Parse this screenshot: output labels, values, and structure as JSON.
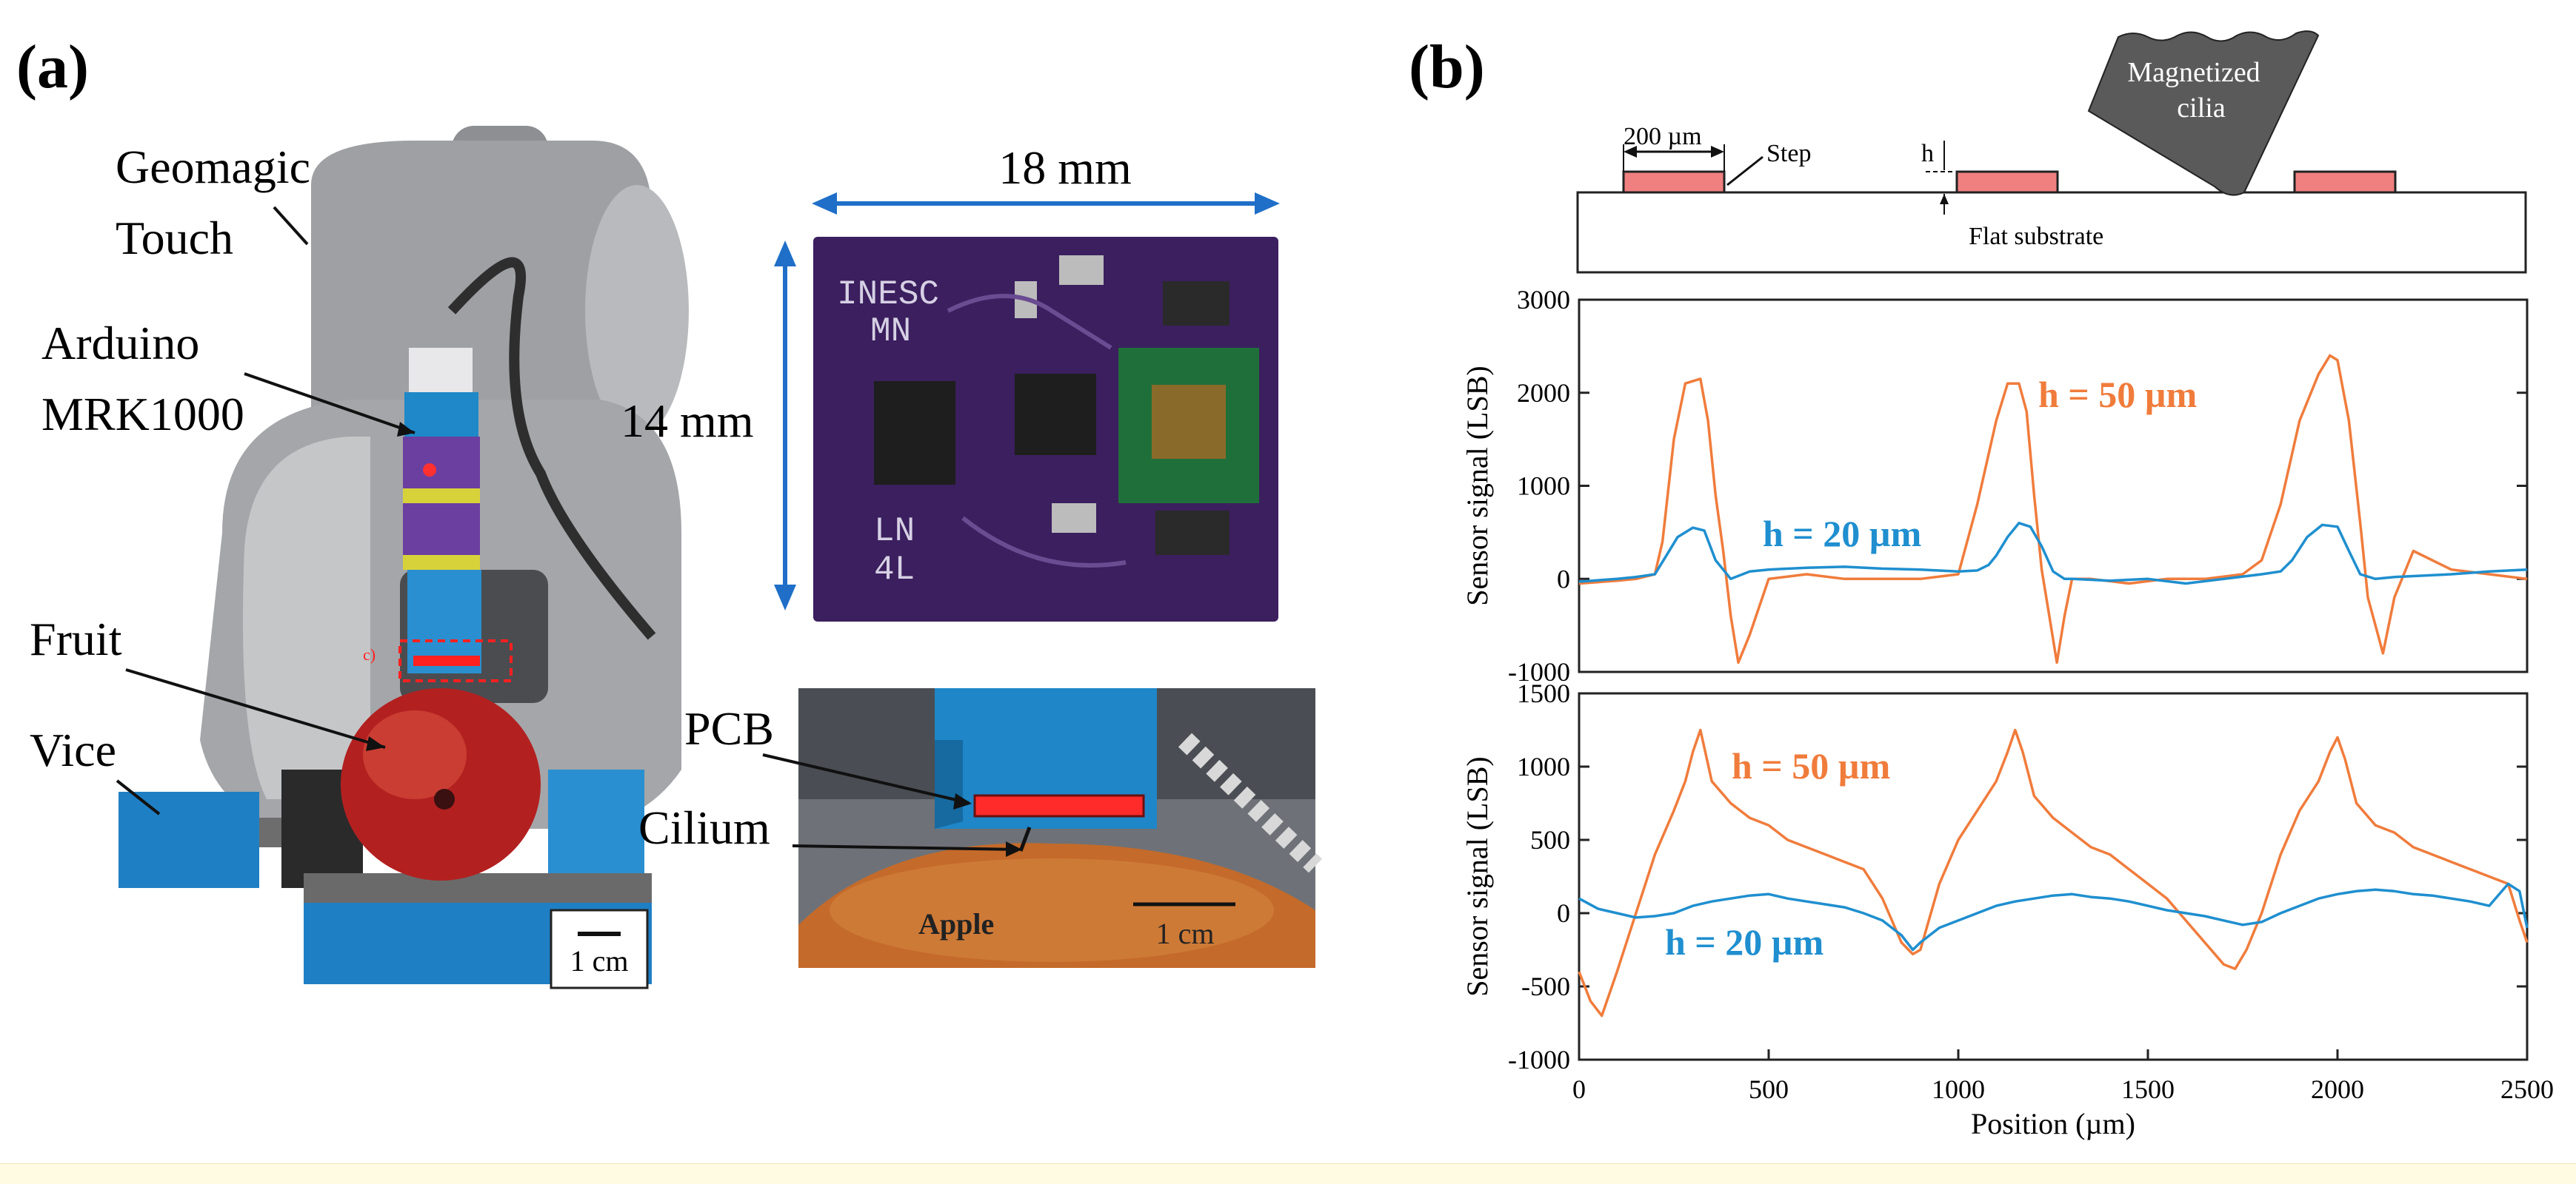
{
  "panels": {
    "a": {
      "label": "(a)",
      "annotations": {
        "geomagic": [
          "Geomagic",
          "Touch"
        ],
        "arduino": [
          "Arduino",
          "MRK1000"
        ],
        "fruit": "Fruit",
        "vice": "Vice",
        "scale_left": "1 cm",
        "dim_width": "18 mm",
        "dim_height": "14 mm",
        "pcb_text_1": [
          "INESC",
          "MN"
        ],
        "pcb_text_2": [
          "LN",
          "4L"
        ],
        "inset_pcb": "PCB",
        "inset_cilium": "Cilium",
        "inset_apple": "Apple",
        "inset_scale": "1 cm",
        "inset_marker": "c)"
      }
    },
    "b": {
      "label": "(b)",
      "schematic": {
        "width_label": "200 µm",
        "step_label": "Step",
        "h_label": "h",
        "substrate_label": "Flat substrate",
        "cilia_label": [
          "Magnetized",
          "cilia"
        ]
      }
    }
  },
  "colors": {
    "orange": "#f07c3c",
    "blue": "#1f8fcf",
    "step_fill": "#f08080",
    "cilia_fill": "#5a5a5a",
    "pcb": "#3b1f5e",
    "arrow_blue": "#1f6fc8",
    "band": "#fffbe3"
  },
  "chart_data": [
    {
      "type": "line",
      "ylabel": "Sensor signal (LSB)",
      "ylim": [
        -1000,
        3000
      ],
      "yticks": [
        -1000,
        0,
        1000,
        2000,
        3000
      ],
      "xlim": [
        0,
        2500
      ],
      "grid": false,
      "series": [
        {
          "name": "h = 50 µm",
          "color": "#f07c3c",
          "x": [
            0,
            100,
            150,
            200,
            220,
            250,
            280,
            320,
            340,
            360,
            380,
            400,
            420,
            450,
            500,
            600,
            700,
            800,
            900,
            1000,
            1050,
            1100,
            1130,
            1160,
            1180,
            1200,
            1220,
            1240,
            1260,
            1280,
            1300,
            1350,
            1450,
            1550,
            1650,
            1750,
            1800,
            1850,
            1900,
            1950,
            1980,
            2000,
            2030,
            2060,
            2080,
            2100,
            2120,
            2150,
            2200,
            2300,
            2400,
            2500
          ],
          "y": [
            -50,
            -20,
            0,
            50,
            400,
            1500,
            2100,
            2150,
            1700,
            900,
            300,
            -400,
            -900,
            -600,
            0,
            50,
            0,
            0,
            0,
            50,
            800,
            1700,
            2100,
            2100,
            1800,
            900,
            100,
            -400,
            -900,
            -400,
            0,
            0,
            -50,
            0,
            0,
            50,
            200,
            800,
            1700,
            2200,
            2400,
            2350,
            1700,
            600,
            -200,
            -500,
            -800,
            -200,
            300,
            100,
            50,
            0
          ]
        },
        {
          "name": "h = 20 µm",
          "color": "#1f8fcf",
          "x": [
            0,
            100,
            150,
            200,
            230,
            260,
            300,
            330,
            360,
            400,
            450,
            500,
            600,
            700,
            800,
            900,
            1000,
            1050,
            1080,
            1100,
            1130,
            1160,
            1190,
            1220,
            1250,
            1280,
            1300,
            1400,
            1500,
            1600,
            1700,
            1800,
            1850,
            1880,
            1920,
            1960,
            2000,
            2030,
            2060,
            2100,
            2150,
            2200,
            2300,
            2400,
            2500
          ],
          "y": [
            -30,
            0,
            20,
            50,
            250,
            450,
            550,
            520,
            200,
            0,
            80,
            100,
            120,
            130,
            110,
            100,
            80,
            90,
            150,
            250,
            450,
            600,
            560,
            350,
            80,
            0,
            0,
            -20,
            0,
            -50,
            0,
            50,
            80,
            200,
            450,
            580,
            560,
            300,
            50,
            0,
            20,
            30,
            50,
            80,
            100
          ]
        }
      ],
      "annotations": [
        "h = 50 µm",
        "h = 20 µm"
      ]
    },
    {
      "type": "line",
      "ylabel": "Sensor signal (LSB)",
      "xlabel": "Position (µm)",
      "ylim": [
        -1000,
        1500
      ],
      "yticks": [
        -1000,
        -500,
        0,
        500,
        1000,
        1500
      ],
      "xlim": [
        0,
        2500
      ],
      "xticks": [
        0,
        500,
        1000,
        1500,
        2000,
        2500
      ],
      "grid": false,
      "series": [
        {
          "name": "h = 50 µm",
          "color": "#f07c3c",
          "x": [
            0,
            30,
            60,
            100,
            150,
            200,
            250,
            280,
            300,
            320,
            350,
            400,
            450,
            500,
            550,
            600,
            650,
            700,
            750,
            800,
            850,
            880,
            900,
            950,
            1000,
            1050,
            1100,
            1130,
            1150,
            1170,
            1200,
            1250,
            1300,
            1350,
            1400,
            1450,
            1500,
            1550,
            1600,
            1650,
            1700,
            1730,
            1760,
            1800,
            1850,
            1900,
            1950,
            1980,
            2000,
            2020,
            2050,
            2100,
            2150,
            2200,
            2250,
            2300,
            2350,
            2400,
            2450,
            2480,
            2500
          ],
          "y": [
            -400,
            -600,
            -700,
            -400,
            0,
            400,
            700,
            900,
            1100,
            1250,
            900,
            750,
            650,
            600,
            500,
            450,
            400,
            350,
            300,
            100,
            -200,
            -280,
            -250,
            200,
            500,
            700,
            900,
            1100,
            1250,
            1100,
            800,
            650,
            550,
            450,
            400,
            300,
            200,
            100,
            -50,
            -200,
            -350,
            -380,
            -250,
            0,
            400,
            700,
            900,
            1100,
            1200,
            1050,
            750,
            600,
            550,
            450,
            400,
            350,
            300,
            250,
            200,
            -50,
            -200
          ]
        },
        {
          "name": "h = 20 µm",
          "color": "#1f8fcf",
          "x": [
            0,
            50,
            100,
            150,
            200,
            250,
            300,
            350,
            400,
            450,
            500,
            550,
            600,
            650,
            700,
            750,
            800,
            850,
            880,
            900,
            950,
            1000,
            1050,
            1100,
            1150,
            1200,
            1250,
            1300,
            1350,
            1400,
            1450,
            1500,
            1550,
            1600,
            1650,
            1700,
            1750,
            1800,
            1850,
            1900,
            1950,
            2000,
            2050,
            2100,
            2150,
            2200,
            2250,
            2300,
            2350,
            2400,
            2450,
            2480,
            2500
          ],
          "y": [
            100,
            30,
            0,
            -30,
            -20,
            0,
            50,
            80,
            100,
            120,
            130,
            100,
            80,
            60,
            40,
            0,
            -50,
            -150,
            -250,
            -200,
            -100,
            -50,
            0,
            50,
            80,
            100,
            120,
            130,
            110,
            100,
            80,
            50,
            20,
            0,
            -20,
            -50,
            -80,
            -60,
            0,
            50,
            100,
            130,
            150,
            160,
            150,
            130,
            120,
            100,
            80,
            50,
            200,
            150,
            -100
          ]
        }
      ],
      "annotations": [
        "h = 50 µm",
        "h = 20 µm"
      ]
    }
  ]
}
